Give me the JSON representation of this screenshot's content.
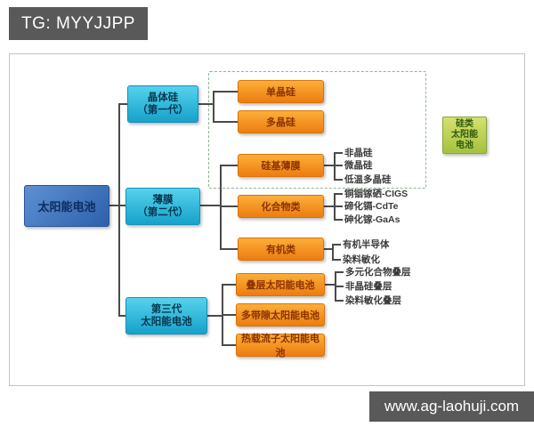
{
  "watermark_top": {
    "text": "TG: MYYJJPP"
  },
  "watermark_bottom": {
    "text": "www.ag-laohuji.com"
  },
  "diagram": {
    "root": "太阳能电池",
    "generations": [
      {
        "line1": "晶体硅",
        "line2": "（第一代）"
      },
      {
        "line1": "薄膜",
        "line2": "（第二代）"
      },
      {
        "line1": "第三代",
        "line2": "太阳能电池"
      }
    ],
    "gen1_types": [
      "单晶硅",
      "多晶硅"
    ],
    "gen2_types": [
      "硅基薄膜",
      "化合物类",
      "有机类"
    ],
    "gen3_types": [
      "叠层太阳能电池",
      "多带隙太阳能电池",
      "热载流子太阳能电池"
    ],
    "silicon_film_subtypes": [
      "非晶硅",
      "微晶硅",
      "低温多晶硅"
    ],
    "compound_subtypes": [
      "铜铟镓硒-CIGS",
      "碲化镉-CdTe",
      "砷化镓-GaAs"
    ],
    "organic_subtypes": [
      "有机半导体",
      "染料敏化"
    ],
    "tandem_subtypes": [
      "多元化合物叠层",
      "非晶硅叠层",
      "染料敏化叠层"
    ],
    "annotation_box": {
      "line1": "硅类",
      "line2": "太阳能",
      "line3": "电池"
    }
  },
  "colors": {
    "root_box_blue": "#3b6cb0",
    "generation_box_cyan": "#2ab4dc",
    "type_box_orange": "#f49422",
    "silicon_annotation_green": "#b9cf50",
    "connector_line": "#4a4a4a",
    "dashed_group_border": "#8ab795",
    "watermark_background": "#595959"
  }
}
